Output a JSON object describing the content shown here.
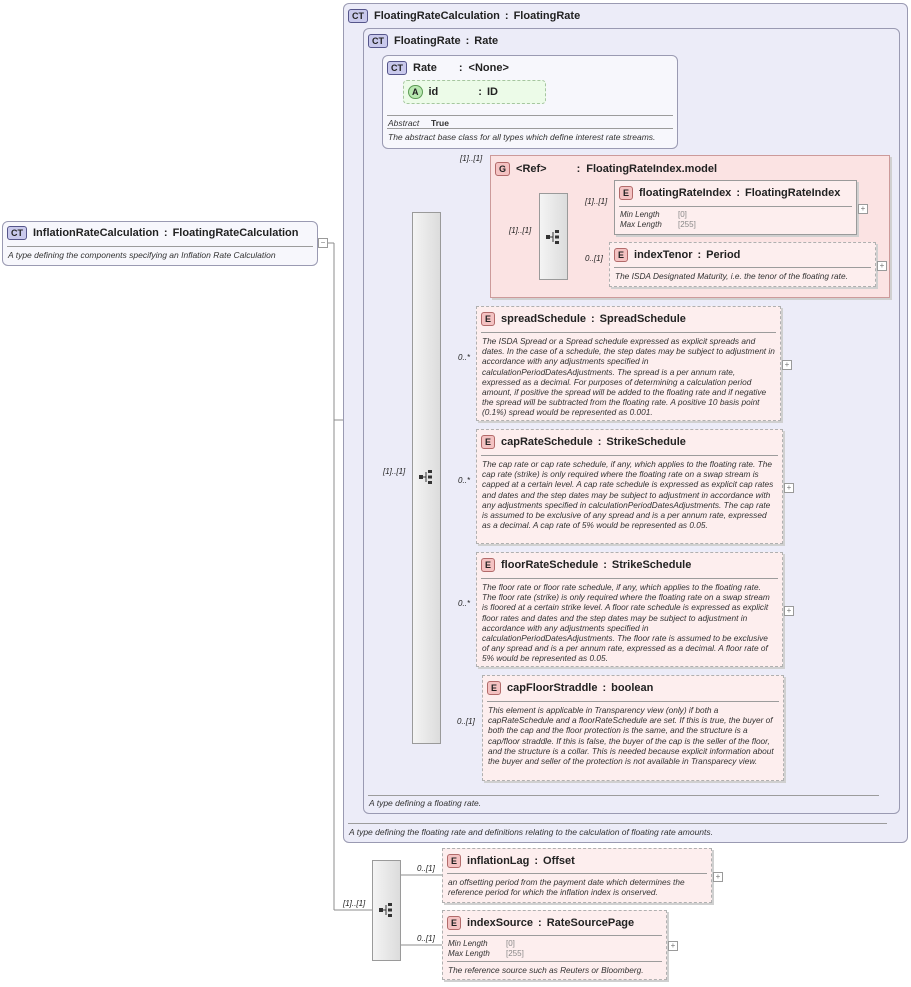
{
  "root": {
    "badge": "CT",
    "name": "InflationRateCalculation",
    "type": "FloatingRateCalculation",
    "doc": "A type defining the components specifying an Inflation Rate Calculation"
  },
  "frc": {
    "badge": "CT",
    "name": "FloatingRateCalculation",
    "type": "FloatingRate",
    "doc": "A type defining the floating rate and definitions relating to the calculation of floating rate amounts."
  },
  "fr": {
    "badge": "CT",
    "name": "FloatingRate",
    "type": "Rate",
    "doc": "A type defining a floating rate."
  },
  "rate": {
    "badge": "CT",
    "name": "Rate",
    "type": "<None>",
    "attr_badge": "A",
    "attr_name": "id",
    "attr_type": "ID",
    "abstract_label": "Abstract",
    "abstract_value": "True",
    "doc": "The abstract base class for all types which define interest rate streams."
  },
  "group": {
    "badge": "G",
    "name": "<Ref>",
    "type": "FloatingRateIndex.model",
    "card": "[1]..[1]"
  },
  "elements": {
    "floatingRateIndex": {
      "badge": "E",
      "name": "floatingRateIndex",
      "type": "FloatingRateIndex",
      "f1_label": "Min Length",
      "f1_value": "[0]",
      "f2_label": "Max Length",
      "f2_value": "[255]",
      "card": "[1]..[1]"
    },
    "indexTenor": {
      "badge": "E",
      "name": "indexTenor",
      "type": "Period",
      "doc": "The ISDA Designated Maturity, i.e. the tenor of the floating rate.",
      "card": "0..[1]"
    },
    "spreadSchedule": {
      "badge": "E",
      "name": "spreadSchedule",
      "type": "SpreadSchedule",
      "card": "0..*",
      "doc": "The ISDA Spread or a Spread schedule expressed as explicit spreads and dates. In the case of a schedule, the step dates may be subject to adjustment in accordance with any adjustments specified in calculationPeriodDatesAdjustments. The spread is a per annum rate, expressed as a decimal. For purposes of determining a calculation period amount, if positive the spread will be added to the floating rate and if negative the spread will be subtracted from the floating rate. A positive 10 basis point (0.1%) spread would be represented as 0.001."
    },
    "capRateSchedule": {
      "badge": "E",
      "name": "capRateSchedule",
      "type": "StrikeSchedule",
      "card": "0..*",
      "doc": "The cap rate or cap rate schedule, if any, which applies to the floating rate. The cap rate (strike) is only required where the floating rate on a swap stream is capped at a certain level. A cap rate schedule is expressed as explicit cap rates and dates and the step dates may be subject to adjustment in accordance with any adjustments specified in calculationPeriodDatesAdjustments. The cap rate is assumed to be exclusive of any spread and is a per annum rate, expressed as a decimal. A cap rate of 5% would be represented as 0.05."
    },
    "floorRateSchedule": {
      "badge": "E",
      "name": "floorRateSchedule",
      "type": "StrikeSchedule",
      "card": "0..*",
      "doc": "The floor rate or floor rate schedule, if any, which applies to the floating rate. The floor rate (strike) is only required where the floating rate on a swap stream is floored at a certain strike level. A floor rate schedule is expressed as explicit floor rates and dates and the step dates may be subject to adjustment in accordance with any adjustments specified in calculationPeriodDatesAdjustments. The floor rate is assumed to be exclusive of any spread and is a per annum rate, expressed as a decimal. A floor rate of 5% would be represented as 0.05."
    },
    "capFloorStraddle": {
      "badge": "E",
      "name": "capFloorStraddle",
      "type": "boolean",
      "card": "0..[1]",
      "doc": "This element is applicable in Transparency view (only) if both a capRateSchedule and a floorRateSchedule are set. If this is true, the buyer of both the cap and the floor protection is the same, and the structure is a cap/floor straddle. If this is false, the buyer of the cap is the seller of the floor, and the structure is a collar. This is needed because explicit information about the buyer and seller of the protection is not available in Transparecy view."
    },
    "inflationLag": {
      "badge": "E",
      "name": "inflationLag",
      "type": "Offset",
      "card": "0..[1]",
      "doc": "an offsetting period from the payment date which determines the reference period for which the inflation index is onserved."
    },
    "indexSource": {
      "badge": "E",
      "name": "indexSource",
      "type": "RateSourcePage",
      "card": "0..[1]",
      "f1_label": "Min Length",
      "f1_value": "[0]",
      "f2_label": "Max Length",
      "f2_value": "[255]",
      "doc": "The reference source such as Reuters or Bloomberg."
    }
  },
  "cards": {
    "inner_seq": "[1]..[1]",
    "main_seq": "[1]..[1]",
    "bottom_seq": "[1]..[1]"
  },
  "colors": {
    "complex_type_fill": "#ececf8",
    "element_fill": "#fdeeee",
    "group_fill": "#fbe3e3",
    "attribute_fill": "#ecfbe8"
  }
}
